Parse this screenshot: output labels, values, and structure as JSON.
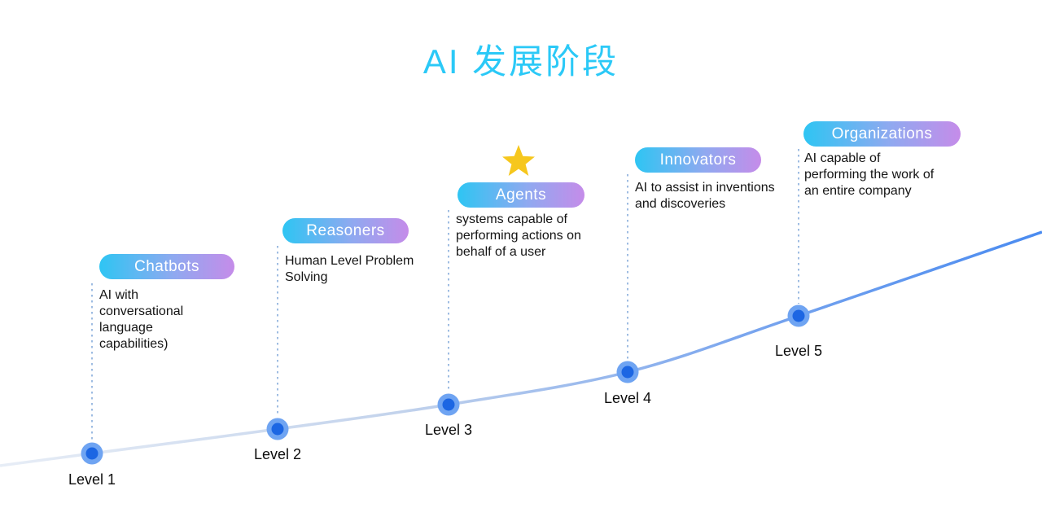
{
  "title": "AI 发展阶段",
  "colors": {
    "title": "#2bc9f7",
    "badge_gradient_start": "#2ec5f3",
    "badge_gradient_end": "#c58ce9",
    "badge_text": "#ffffff",
    "curve_start": "#e7edf6",
    "curve_end": "#4a8bf0",
    "dot_outer": "#6fa4f2",
    "dot_inner": "#1c66e3",
    "connector": "#7fa6d9",
    "star": "#f6c71d",
    "body_text": "#141414"
  },
  "icons": {
    "star_icon": "★"
  },
  "stages": [
    {
      "level": "Level 1",
      "name": "Chatbots",
      "description": "AI with conversational language capabilities)"
    },
    {
      "level": "Level 2",
      "name": "Reasoners",
      "description": "Human Level Problem Solving"
    },
    {
      "level": "Level 3",
      "name": "Agents",
      "description": "systems capable of performing actions on behalf of a user",
      "has_star": true
    },
    {
      "level": "Level 4",
      "name": "Innovators",
      "description": "AI to assist in inventions and discoveries"
    },
    {
      "level": "Level 5",
      "name": "Organizations",
      "description": "AI capable of performing the work of an entire company"
    }
  ]
}
